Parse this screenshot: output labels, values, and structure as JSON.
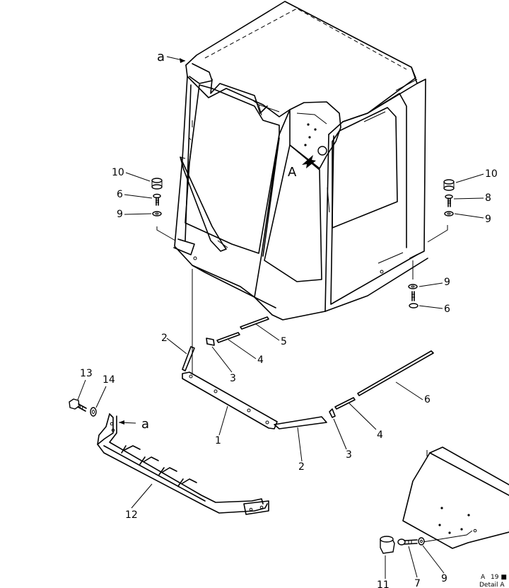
{
  "callouts": {
    "c10_left": "10",
    "c6_left": "6",
    "c9_left": "9",
    "c10_right": "10",
    "c8_right": "8",
    "c9_right": "9",
    "c9_bottom": "9",
    "c6_bottom": "6",
    "c2_top": "2",
    "c3_top": "3",
    "c4_top": "4",
    "c5": "5",
    "c6_strip": "6",
    "c4_lower": "4",
    "c3_lower": "3",
    "c2_lower": "2",
    "c1": "1",
    "c13": "13",
    "c14": "14",
    "c12": "12",
    "c11": "11",
    "c7": "7",
    "c9_detail": "9"
  },
  "ref_letters": {
    "a_top": "a",
    "a_step": "a",
    "A_view": "A"
  },
  "detail": {
    "caption_line1": "A",
    "caption_scale": "19 ■",
    "caption_line2": "Detail A"
  }
}
